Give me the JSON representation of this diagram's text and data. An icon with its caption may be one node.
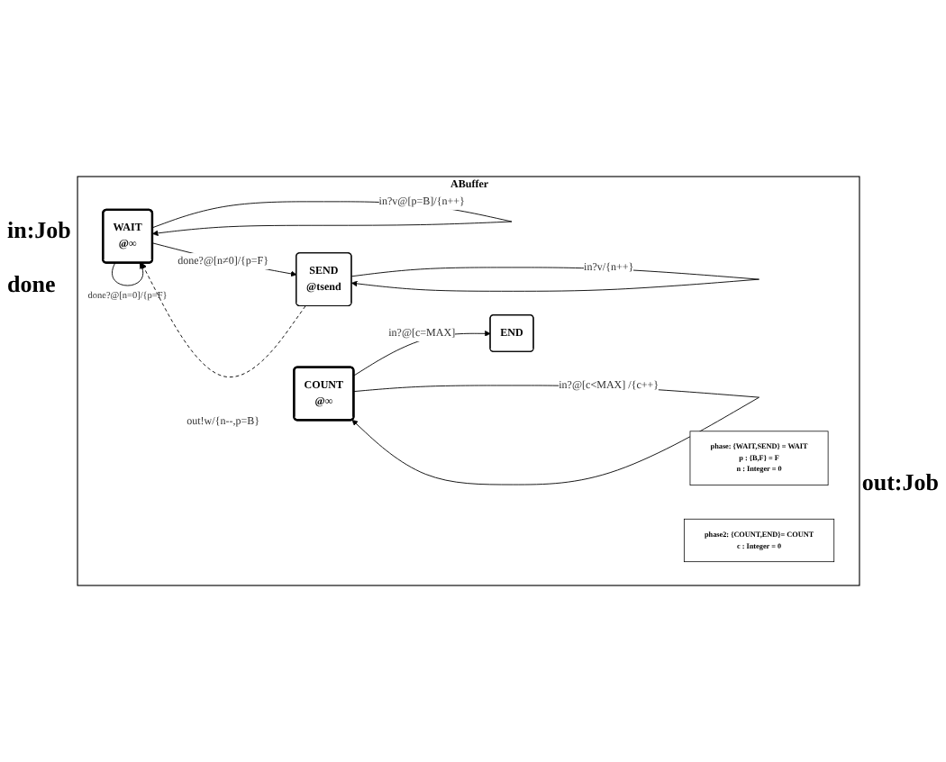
{
  "diagram": {
    "nodes": [
      {
        "text": [
          "ABuffer"
        ]
      },
      {
        "text": [
          "WAIT",
          "@∞"
        ],
        "in": 0
      },
      {
        "text": [
          "SEND",
          "@tsend"
        ],
        "in": 0
      },
      {
        "text": [
          "phase: {WAIT,SEND} = WAIT",
          "p : {B,F} = F",
          "n : Integer = 0"
        ],
        "in": 0
      },
      {
        "text": [
          "COUNT",
          "@∞"
        ],
        "in": 0
      },
      {
        "text": [
          "END"
        ],
        "in": 0
      },
      {
        "text": [
          "phase2: {COUNT,END}= COUNT",
          "c : Integer = 0"
        ],
        "in": 0
      }
    ],
    "edges": [
      {
        "from": 1,
        "to": 1,
        "arrow": "to",
        "label": "in?v@[p=B]/{n++}"
      },
      {
        "from": 1,
        "to": 1,
        "arrow": "to",
        "label": "done?@[n=0]/{p=F}"
      },
      {
        "from": 2,
        "to": 2,
        "arrow": "to",
        "label": "in?v/{n++}"
      },
      {
        "from": 2,
        "to": 1,
        "arrow": "to",
        "label": "out!w/{n--,p=B}",
        "style": "dashed"
      },
      {
        "from": 1,
        "to": 2,
        "arrow": "to",
        "label": "done?@[n≠0]/{p=F}"
      },
      {
        "from": 4,
        "to": 4,
        "arrow": "to",
        "label": "in?@[c<MAX] /{c++}"
      },
      {
        "from": 4,
        "to": 5,
        "arrow": "to",
        "label": "in?@[c=MAX]"
      }
    ],
    "labels": [
      "in:Job",
      "done",
      "out:Job"
    ]
  }
}
